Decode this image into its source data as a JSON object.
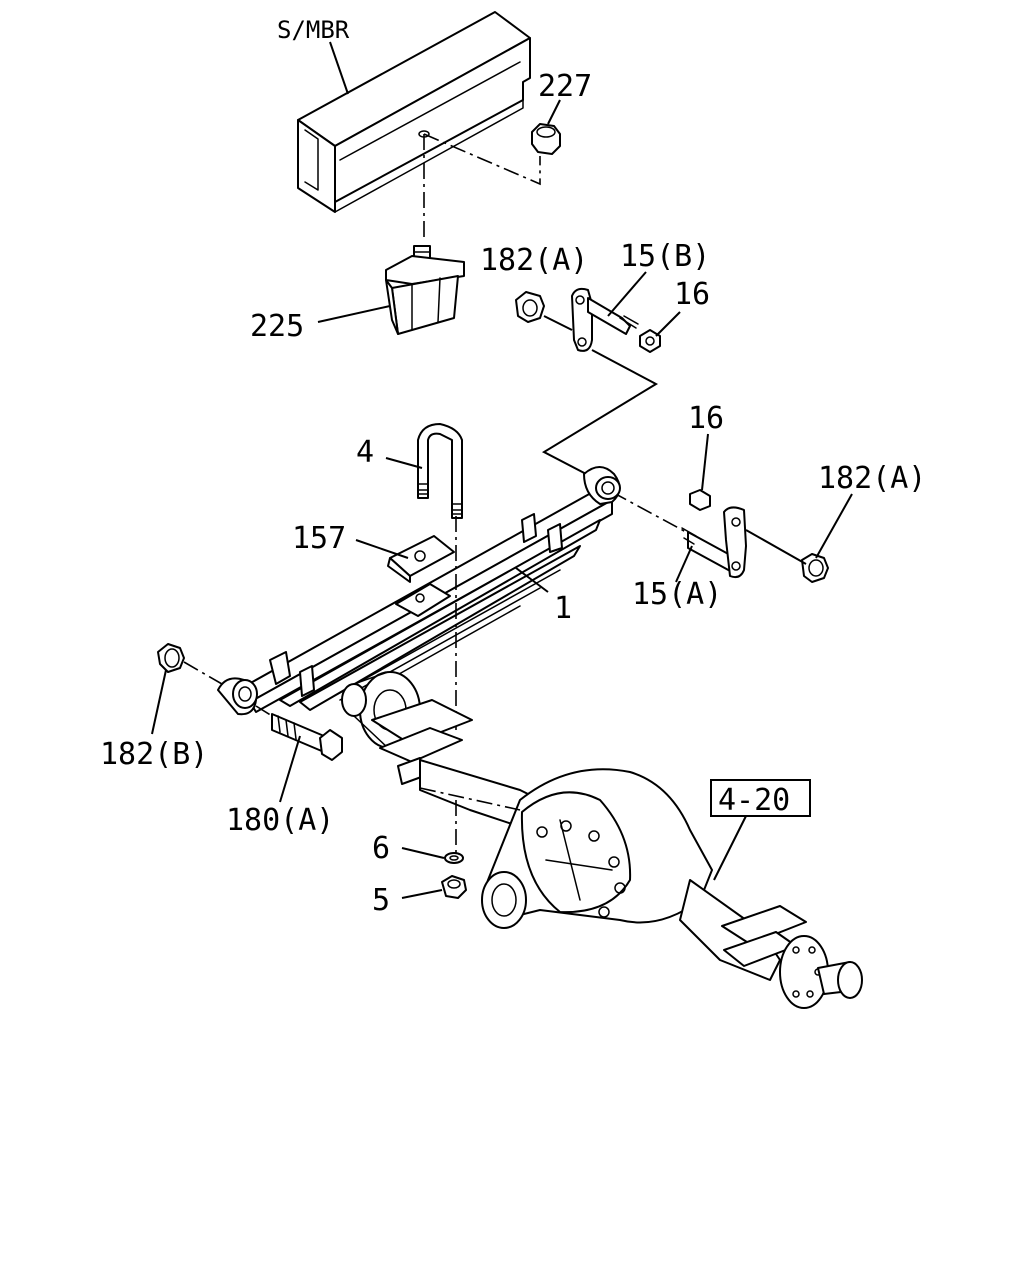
{
  "labels": {
    "smbr": "S/MBR",
    "p227": "227",
    "p225": "225",
    "p182a_top": "182(A)",
    "p15b": "15(B)",
    "p16_top": "16",
    "p16_right": "16",
    "p182a_right": "182(A)",
    "p15a": "15(A)",
    "p4": "4",
    "p157": "157",
    "p1": "1",
    "p182b": "182(B)",
    "p180a": "180(A)",
    "p6": "6",
    "p5": "5",
    "ref_4_20": "4-20"
  },
  "icons": [
    "frame-rail-icon",
    "bump-stopper-icon",
    "nut-icon",
    "u-bolt-icon",
    "leaf-spring-icon",
    "shackle-icon",
    "bolt-icon",
    "washer-icon",
    "axle-housing-icon"
  ],
  "colors": {
    "line": "#000000",
    "background": "#ffffff"
  }
}
